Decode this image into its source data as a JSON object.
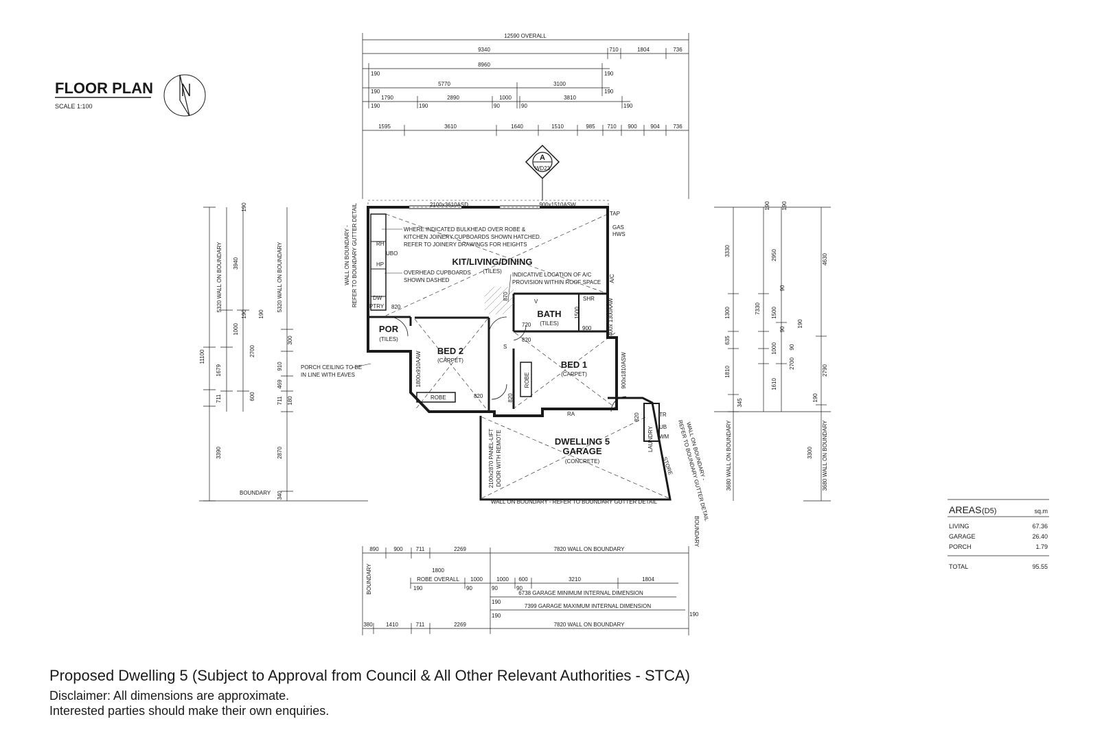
{
  "title": {
    "heading": "FLOOR PLAN",
    "scale": "SCALE 1:100"
  },
  "section_marker": {
    "letter": "A",
    "ref": "WD23"
  },
  "top_dims": {
    "overall": "12590 OVERALL",
    "row2": [
      "9340",
      "710",
      "1804",
      "736"
    ],
    "row3": [
      "190",
      "8960",
      "190"
    ],
    "row4": [
      "190",
      "5770",
      "3100",
      "190"
    ],
    "row5": [
      "190",
      "1790",
      "190",
      "2890",
      "1000",
      "90",
      "90",
      "3810",
      "190"
    ],
    "row6": [
      "1595",
      "3610",
      "1640",
      "1510",
      "985",
      "710",
      "900",
      "904",
      "736"
    ]
  },
  "rooms": {
    "kit": {
      "name": "KIT/LIVING/DINING",
      "finish": "(TILES)"
    },
    "por": {
      "name": "POR",
      "finish": "(TILES)"
    },
    "bath": {
      "name": "BATH",
      "finish": "(TILES)"
    },
    "bed2": {
      "name": "BED 2",
      "finish": "(CARPET)"
    },
    "bed1": {
      "name": "BED 1",
      "finish": "(CARPET)"
    },
    "garage": {
      "name1": "DWELLING 5",
      "name2": "GARAGE",
      "finish": "(CONCRETE)"
    }
  },
  "notes": {
    "bulkhead1": "WHERE INDICATED BULKHEAD OVER ROBE &",
    "bulkhead2": "KITCHEN JOINERY CUPBOARDS SHOWN HATCHED.",
    "bulkhead3": "REFER TO JOINERY DRAWINGS FOR HEIGHTS",
    "overhead1": "OVERHEAD CUPBOARDS",
    "overhead2": "SHOWN DASHED",
    "ac1": "INDICATIVE LOCATION OF A/C",
    "ac2": "PROVISION WITHIN ROOF SPACE",
    "porch1": "PORCH CEILING TO BE",
    "porch2": "IN LINE WITH EAVES",
    "wall_left1": "WALL ON BOUNDARY -",
    "wall_left2": "REFER TO BOUNDARY GUTTER DETAIL",
    "wall_right1": "WALL ON BOUNDARY -",
    "wall_right2": "REFER TO BOUNDARY GUTTER DETAIL",
    "wall_bottom": "WALL ON BOUNDARY - REFER TO BOUNDARY GUTTER DETAIL",
    "boundary": "BOUNDARY",
    "garage_door1": "2100x2870 PANEL-LIFT",
    "garage_door2": "DOOR WITH REMOTE"
  },
  "fixtures": {
    "window_top1": "2100x3610ASD",
    "window_top2": "900x1510ASW",
    "window_bed2": "1800x910AAW",
    "window_bath": "400x 1300AAW",
    "window_bed1": "900x1810ASW",
    "tap": "TAP",
    "gas": "GAS",
    "hws": "HWS",
    "ajc": "A/C",
    "rh": "RH",
    "ubo": "UBO",
    "hp": "HP",
    "dw": "DW",
    "ptry": "PTRY",
    "shr": "SHR",
    "v": "V",
    "robe": "ROBE",
    "ra": "RA",
    "tr": "TR",
    "ub": "UB",
    "wm": "WM",
    "laundry": "LAUNDRY",
    "store": "STORE",
    "s": "S",
    "d820": "820",
    "d720": "720",
    "d900": "900",
    "d1500": "1500",
    "d870": "870"
  },
  "left_dims": {
    "overall": "11100",
    "wall1": "5320 WALL ON BOUNDARY",
    "wall2": "5320 WALL ON BOUNDARY",
    "col1": [
      "1679",
      "711",
      "3390"
    ],
    "col2": [
      "3940",
      "1000",
      "600",
      "190"
    ],
    "col3": [
      "190",
      "2700",
      "190"
    ],
    "col4": [
      "300",
      "910",
      "469",
      "711",
      "180",
      "2870",
      "340"
    ]
  },
  "right_dims": {
    "col1": [
      "3330",
      "1300",
      "635",
      "1810",
      "345"
    ],
    "col2": [
      "7330"
    ],
    "col3": [
      "190",
      "2950",
      "1500",
      "90",
      "1000",
      "90",
      "1610"
    ],
    "col4": [
      "190",
      "190",
      "90",
      "2700",
      "190"
    ],
    "col5": [
      "4630",
      "2790",
      "3300"
    ],
    "wall1": "3680 WALL ON BOUNDARY",
    "wall2": "3680 WALL ON BOUNDARY"
  },
  "bottom_dims": {
    "row1": [
      "890",
      "900",
      "711",
      "2269",
      "7820 WALL ON BOUNDARY"
    ],
    "robe_a": "1800",
    "robe_b": "ROBE OVERALL",
    "row2": [
      "190",
      "1000",
      "90",
      "1000",
      "90",
      "600",
      "3210",
      "1804",
      "90"
    ],
    "garage_min": "6738 GARAGE MINIMUM INTERNAL DIMENSION",
    "garage_max": "7399 GARAGE MAXIMUM INTERNAL DIMENSION",
    "row3": [
      "380",
      "1410",
      "711",
      "2269",
      "7820 WALL ON BOUNDARY"
    ],
    "small": [
      "190",
      "190",
      "190"
    ],
    "boundary": "BOUNDARY"
  },
  "areas": {
    "heading": "AREAS",
    "code": "(D5)",
    "unit": "sq.m",
    "rows": [
      {
        "label": "LIVING",
        "value": "67.36"
      },
      {
        "label": "GARAGE",
        "value": "26.40"
      },
      {
        "label": "PORCH",
        "value": "1.79"
      }
    ],
    "total_label": "TOTAL",
    "total_value": "95.55"
  },
  "footer": {
    "title": "Proposed Dwelling 5 (Subject to Approval from Council & All Other Relevant Authorities - STCA)",
    "disclaimer": "Disclaimer: All dimensions are approximate.",
    "note": "Interested parties should make their own enquiries."
  }
}
